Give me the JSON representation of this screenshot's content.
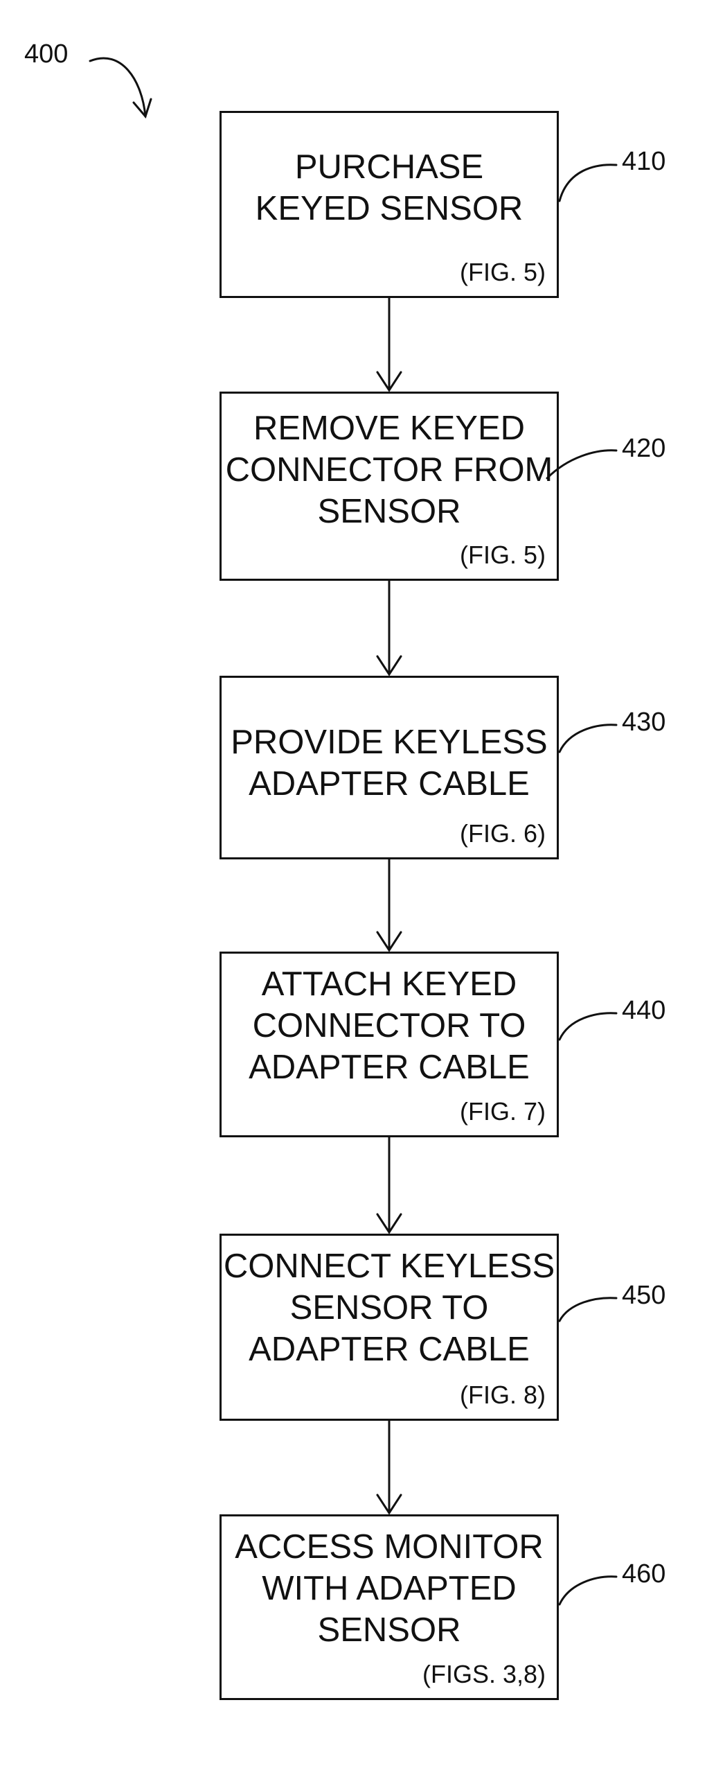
{
  "figure": {
    "ref_number": "400",
    "steps": [
      {
        "id": "410",
        "text": "PURCHASE\nKEYED SENSOR",
        "fig_ref": "(FIG. 5)"
      },
      {
        "id": "420",
        "text": "REMOVE KEYED\nCONNECTOR FROM\nSENSOR",
        "fig_ref": "(FIG. 5)"
      },
      {
        "id": "430",
        "text": "PROVIDE KEYLESS\nADAPTER CABLE",
        "fig_ref": "(FIG. 6)"
      },
      {
        "id": "440",
        "text": "ATTACH KEYED\nCONNECTOR TO\nADAPTER CABLE",
        "fig_ref": "(FIG. 7)"
      },
      {
        "id": "450",
        "text": "CONNECT KEYLESS\nSENSOR TO\nADAPTER CABLE",
        "fig_ref": "(FIG. 8)"
      },
      {
        "id": "460",
        "text": "ACCESS MONITOR\nWITH ADAPTED\nSENSOR",
        "fig_ref": "(FIGS. 3,8)"
      }
    ]
  }
}
